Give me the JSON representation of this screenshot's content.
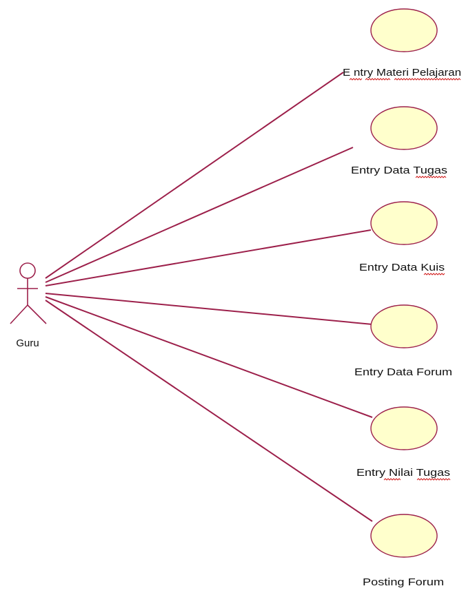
{
  "actor": {
    "name": "Guru"
  },
  "use_cases": [
    {
      "label": "E ntry Materi Pelajaran"
    },
    {
      "label": "Entry Data Tugas"
    },
    {
      "label": "Entry Data Kuis"
    },
    {
      "label": "Entry Data Forum"
    },
    {
      "label": "Entry Nilai Tugas"
    },
    {
      "label": "Posting Forum"
    }
  ],
  "colors": {
    "line": "#9c1f4a",
    "ellipse_fill": "#ffffcc",
    "ellipse_stroke": "#9c1f4a",
    "text": "#111111",
    "spellcheck": "#d11a1a"
  }
}
